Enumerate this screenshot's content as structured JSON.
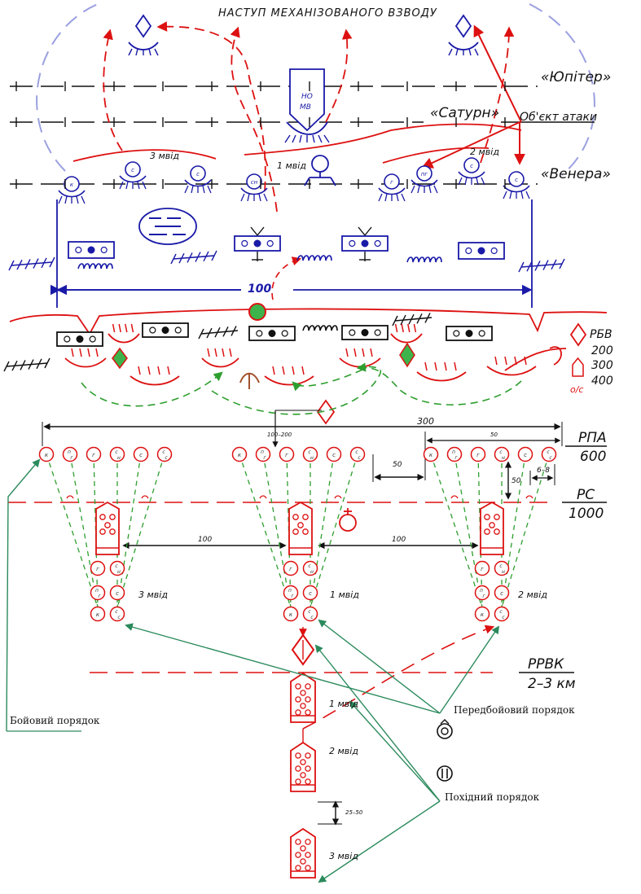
{
  "title": "НАСТУП МЕХАНІЗОВАНОГО ВЗВОДУ",
  "lines": {
    "jupiter": "«Юпітер»",
    "saturn": "«Сатурн»",
    "venera": "«Венера»",
    "object": "Об'єкт атаки"
  },
  "command_post": {
    "top": "НО",
    "bottom": "МВ"
  },
  "squads": {
    "s3": "3 мвід",
    "s1": "1 мвід",
    "s2": "2 мвід"
  },
  "distance_100_top": "100",
  "legend": {
    "rbv": "РБВ",
    "v200": "200",
    "v300": "300",
    "v400": "400",
    "os": "о/с"
  },
  "dims": {
    "d300": "300",
    "d100_200": "100–200",
    "d50_top": "50",
    "d50_gap": "50",
    "d50_vert": "50",
    "d6_8": "6–8",
    "d100_left": "100",
    "d100_right": "100",
    "d25_50": "25–50"
  },
  "phase_lines": {
    "rpa": "РПА",
    "rpa_v": "600",
    "rs": "РС",
    "rs_v": "1000",
    "rrvk": "РРВК",
    "rrvk_v": "2–3 км"
  },
  "soldier_labels": [
    "к",
    "п г",
    "г",
    "с н",
    "с",
    "с с"
  ],
  "column": {
    "c1": "1 мвід",
    "c2": "2 мвід",
    "c3": "3 мвід"
  },
  "formations": {
    "battle": "Бойовий порядок",
    "prebattle": "Передбойовий порядок",
    "march": "Похідний порядок"
  },
  "colors": {
    "red": "#dd1111",
    "blue": "#1a1aa8",
    "green": "#2e9e2e",
    "teal": "#2b8a5c"
  }
}
